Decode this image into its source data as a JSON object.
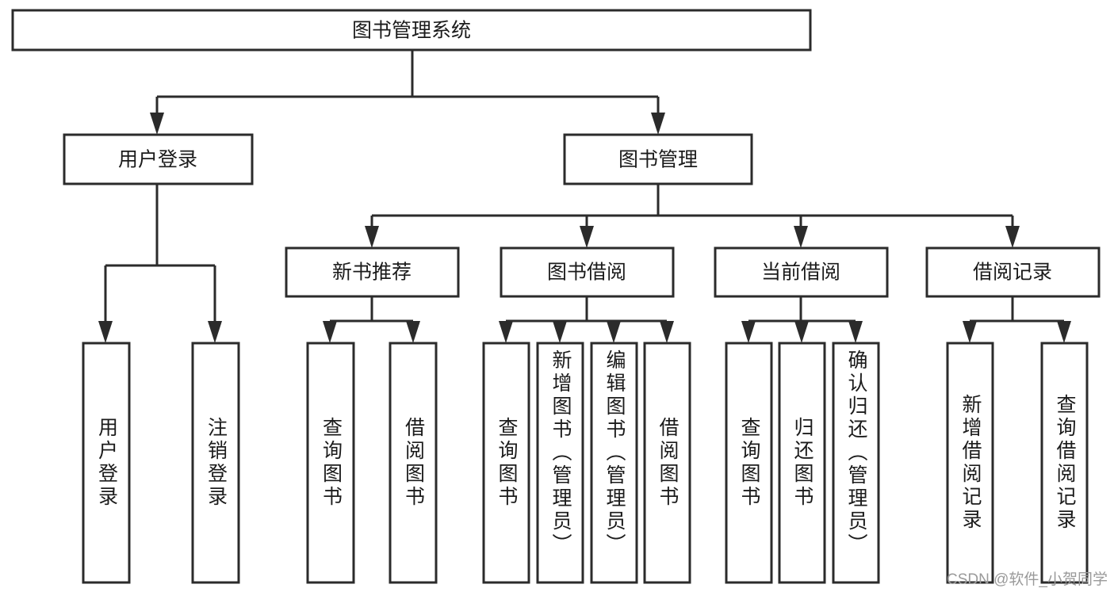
{
  "diagram": {
    "title": "图书管理系统",
    "type": "tree",
    "watermark": "CSDN @软件_小贺同学",
    "colors": {
      "box_stroke": "#2b2b2b",
      "box_fill": "#ffffff",
      "edge": "#2b2b2b",
      "text": "#1b1b1b",
      "watermark": "#9a9a9a"
    },
    "levels": {
      "root": {
        "label": "图书管理系统"
      },
      "level1": [
        {
          "label": "用户登录"
        },
        {
          "label": "图书管理"
        }
      ],
      "level2": [
        {
          "label": "新书推荐"
        },
        {
          "label": "图书借阅"
        },
        {
          "label": "当前借阅"
        },
        {
          "label": "借阅记录"
        }
      ],
      "leaves": {
        "user_login": [
          {
            "label": "用户登录"
          },
          {
            "label": "注销登录"
          }
        ],
        "new_book": [
          {
            "label": "查询图书"
          },
          {
            "label": "借阅图书"
          }
        ],
        "book_borrow": [
          {
            "label": "查询图书"
          },
          {
            "label": "新增图书（管理员）"
          },
          {
            "label": "编辑图书（管理员）"
          },
          {
            "label": "借阅图书"
          }
        ],
        "current_borrow": [
          {
            "label": "查询图书"
          },
          {
            "label": "归还图书"
          },
          {
            "label": "确认归还（管理员）"
          }
        ],
        "borrow_record": [
          {
            "label": "新增借阅记录"
          },
          {
            "label": "查询借阅记录"
          }
        ]
      }
    }
  }
}
